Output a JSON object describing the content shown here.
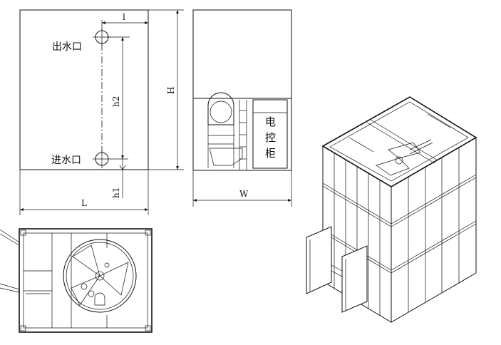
{
  "front_view": {
    "outlet_label": "出水口",
    "inlet_label": "进水口",
    "dim_l": "l",
    "dim_h2": "h2",
    "dim_h": "H",
    "dim_L": "L",
    "dim_h1": "h1"
  },
  "side_view": {
    "panel_label_1": "电",
    "panel_label_2": "控",
    "panel_label_3": "柜",
    "dim_W": "W"
  }
}
